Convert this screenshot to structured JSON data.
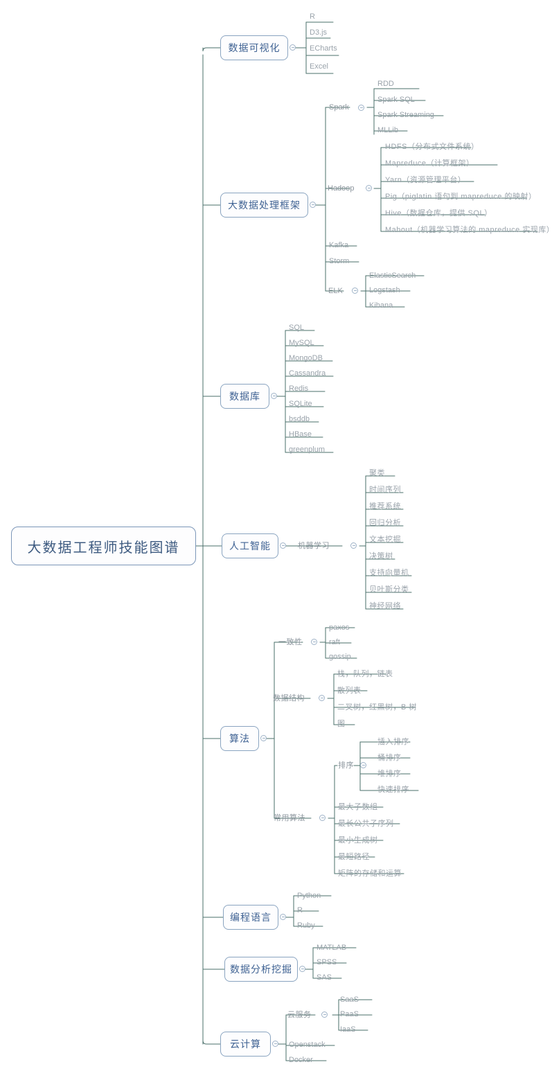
{
  "diagram": {
    "title": "大数据工程师技能图谱",
    "type": "mindmap",
    "colors": {
      "line": "#4a6f6a",
      "node_border": "#8aa4c0",
      "node_text": "#3f6293",
      "leaf_text": "#9aa3ab",
      "background": "#ffffff"
    }
  },
  "root": {
    "label": "大数据工程师技能图谱"
  },
  "branches": [
    {
      "label": "数据可视化",
      "children": [
        {
          "label": "R"
        },
        {
          "label": "D3.js"
        },
        {
          "label": "ECharts"
        },
        {
          "label": "Excel"
        }
      ]
    },
    {
      "label": "大数据处理框架",
      "children": [
        {
          "label": "Spark",
          "children": [
            {
              "label": "RDD"
            },
            {
              "label": "Spark SQL"
            },
            {
              "label": "Spark Streaming"
            },
            {
              "label": "MLLib"
            }
          ]
        },
        {
          "label": "Hadoop",
          "children": [
            {
              "label": "HDFS（分布式文件系统）"
            },
            {
              "label": "Mapreduce（计算框架）"
            },
            {
              "label": "Yarn（资源管理平台）"
            },
            {
              "label": "Pig（piglatin 语句到 mapreduce 的映射）"
            },
            {
              "label": "Hive（数据仓库，提供 SQL）"
            },
            {
              "label": "Mahout（机器学习算法的 mapreduce 实现库）"
            }
          ]
        },
        {
          "label": "Kafka"
        },
        {
          "label": "Storm"
        },
        {
          "label": "ELK",
          "children": [
            {
              "label": "ElasticSearch"
            },
            {
              "label": "Logstash"
            },
            {
              "label": "Kibana"
            }
          ]
        }
      ]
    },
    {
      "label": "数据库",
      "children": [
        {
          "label": "SQL"
        },
        {
          "label": "MySQL"
        },
        {
          "label": "MongoDB"
        },
        {
          "label": "Cassandra"
        },
        {
          "label": "Redis"
        },
        {
          "label": "SQLite"
        },
        {
          "label": "bsddb"
        },
        {
          "label": "HBase"
        },
        {
          "label": "greenplum"
        }
      ]
    },
    {
      "label": "人工智能",
      "children": [
        {
          "label": "机器学习",
          "children": [
            {
              "label": "聚类"
            },
            {
              "label": "时间序列"
            },
            {
              "label": "推荐系统"
            },
            {
              "label": "回归分析"
            },
            {
              "label": "文本挖掘"
            },
            {
              "label": "决策树"
            },
            {
              "label": "支持向量机"
            },
            {
              "label": "贝叶斯分类"
            },
            {
              "label": "神经网络"
            }
          ]
        }
      ]
    },
    {
      "label": "算法",
      "children": [
        {
          "label": "一致性",
          "children": [
            {
              "label": "paxos"
            },
            {
              "label": "raft"
            },
            {
              "label": "gossip"
            }
          ]
        },
        {
          "label": "数据结构",
          "children": [
            {
              "label": "栈，队列，链表"
            },
            {
              "label": "散列表"
            },
            {
              "label": "二叉树，红黑树，B 树"
            },
            {
              "label": "图"
            }
          ]
        },
        {
          "label": "常用算法",
          "children": [
            {
              "label": "排序",
              "children": [
                {
                  "label": "插入排序"
                },
                {
                  "label": "桶排序"
                },
                {
                  "label": "堆排序"
                },
                {
                  "label": "快速排序"
                }
              ]
            },
            {
              "label": "最大子数组"
            },
            {
              "label": "最长公共子序列"
            },
            {
              "label": "最小生成树"
            },
            {
              "label": "最短路径"
            },
            {
              "label": "矩阵的存储和运算"
            }
          ]
        }
      ]
    },
    {
      "label": "编程语言",
      "children": [
        {
          "label": "Python"
        },
        {
          "label": "R"
        },
        {
          "label": "Ruby"
        }
      ]
    },
    {
      "label": "数据分析挖掘",
      "children": [
        {
          "label": "MATLAB"
        },
        {
          "label": "SPSS"
        },
        {
          "label": "SAS"
        }
      ]
    },
    {
      "label": "云计算",
      "children": [
        {
          "label": "云服务",
          "children": [
            {
              "label": "SaaS"
            },
            {
              "label": "PaaS"
            },
            {
              "label": "IaaS"
            }
          ]
        },
        {
          "label": "Openstack"
        },
        {
          "label": "Docker"
        }
      ]
    }
  ],
  "nodes": {
    "root": {
      "label": "大数据工程师技能图谱"
    },
    "b_viz": {
      "label": "数据可视化"
    },
    "viz_r": {
      "label": "R"
    },
    "viz_d3": {
      "label": "D3.js"
    },
    "viz_echarts": {
      "label": "ECharts"
    },
    "viz_excel": {
      "label": "Excel"
    },
    "b_bigdata": {
      "label": "大数据处理框架"
    },
    "h_spark": {
      "label": "Spark"
    },
    "sp_rdd": {
      "label": "RDD"
    },
    "sp_sql": {
      "label": "Spark SQL"
    },
    "sp_stream": {
      "label": "Spark Streaming"
    },
    "sp_mllib": {
      "label": "MLLib"
    },
    "h_hadoop": {
      "label": "Hadoop"
    },
    "hd_hdfs": {
      "label": "HDFS（分布式文件系统）"
    },
    "hd_mr": {
      "label": "Mapreduce（计算框架）"
    },
    "hd_yarn": {
      "label": "Yarn（资源管理平台）"
    },
    "hd_pig": {
      "label": "Pig（piglatin 语句到 mapreduce 的映射）"
    },
    "hd_hive": {
      "label": "Hive（数据仓库，提供 SQL）"
    },
    "hd_mahout": {
      "label": "Mahout（机器学习算法的 mapreduce 实现库）"
    },
    "bd_kafka": {
      "label": "Kafka"
    },
    "bd_storm": {
      "label": "Storm"
    },
    "h_elk": {
      "label": "ELK"
    },
    "elk_es": {
      "label": "ElasticSearch"
    },
    "elk_logstash": {
      "label": "Logstash"
    },
    "elk_kibana": {
      "label": "Kibana"
    },
    "b_db": {
      "label": "数据库"
    },
    "db_sql": {
      "label": "SQL"
    },
    "db_mysql": {
      "label": "MySQL"
    },
    "db_mongodb": {
      "label": "MongoDB"
    },
    "db_cassandra": {
      "label": "Cassandra"
    },
    "db_redis": {
      "label": "Redis"
    },
    "db_sqlite": {
      "label": "SQLite"
    },
    "db_bsddb": {
      "label": "bsddb"
    },
    "db_hbase": {
      "label": "HBase"
    },
    "db_greenplum": {
      "label": "greenplum"
    },
    "b_ai": {
      "label": "人工智能"
    },
    "h_ml": {
      "label": "机器学习"
    },
    "ml_cluster": {
      "label": "聚类"
    },
    "ml_timeseries": {
      "label": "时间序列"
    },
    "ml_recsys": {
      "label": "推荐系统"
    },
    "ml_regression": {
      "label": "回归分析"
    },
    "ml_textmining": {
      "label": "文本挖掘"
    },
    "ml_dtree": {
      "label": "决策树"
    },
    "ml_svm": {
      "label": "支持向量机"
    },
    "ml_bayes": {
      "label": "贝叶斯分类"
    },
    "ml_nn": {
      "label": "神经网络"
    },
    "b_algo": {
      "label": "算法"
    },
    "h_consistency": {
      "label": "一致性"
    },
    "cs_paxos": {
      "label": "paxos"
    },
    "cs_raft": {
      "label": "raft"
    },
    "cs_gossip": {
      "label": "gossip"
    },
    "h_ds": {
      "label": "数据结构"
    },
    "ds_stack": {
      "label": "栈，队列，链表"
    },
    "ds_hash": {
      "label": "散列表"
    },
    "ds_trees": {
      "label": "二叉树，红黑树，B 树"
    },
    "ds_graph": {
      "label": "图"
    },
    "h_common": {
      "label": "常用算法"
    },
    "h_sort": {
      "label": "排序"
    },
    "so_insert": {
      "label": "插入排序"
    },
    "so_bucket": {
      "label": "桶排序"
    },
    "so_heap": {
      "label": "堆排序"
    },
    "so_quick": {
      "label": "快速排序"
    },
    "ca_maxsub": {
      "label": "最大子数组"
    },
    "ca_lcs": {
      "label": "最长公共子序列"
    },
    "ca_mst": {
      "label": "最小生成树"
    },
    "ca_shortest": {
      "label": "最短路径"
    },
    "ca_matrix": {
      "label": "矩阵的存储和运算"
    },
    "b_lang": {
      "label": "编程语言"
    },
    "lang_python": {
      "label": "Python"
    },
    "lang_r": {
      "label": "R"
    },
    "lang_ruby": {
      "label": "Ruby"
    },
    "b_analysis": {
      "label": "数据分析挖掘"
    },
    "an_matlab": {
      "label": "MATLAB"
    },
    "an_spss": {
      "label": "SPSS"
    },
    "an_sas": {
      "label": "SAS"
    },
    "b_cloud": {
      "label": "云计算"
    },
    "h_cloudsvc": {
      "label": "云服务"
    },
    "cs_saas": {
      "label": "SaaS"
    },
    "cs_paas": {
      "label": "PaaS"
    },
    "cs_iaas": {
      "label": "IaaS"
    },
    "cl_openstack": {
      "label": "Openstack"
    },
    "cl_docker": {
      "label": "Docker"
    }
  }
}
